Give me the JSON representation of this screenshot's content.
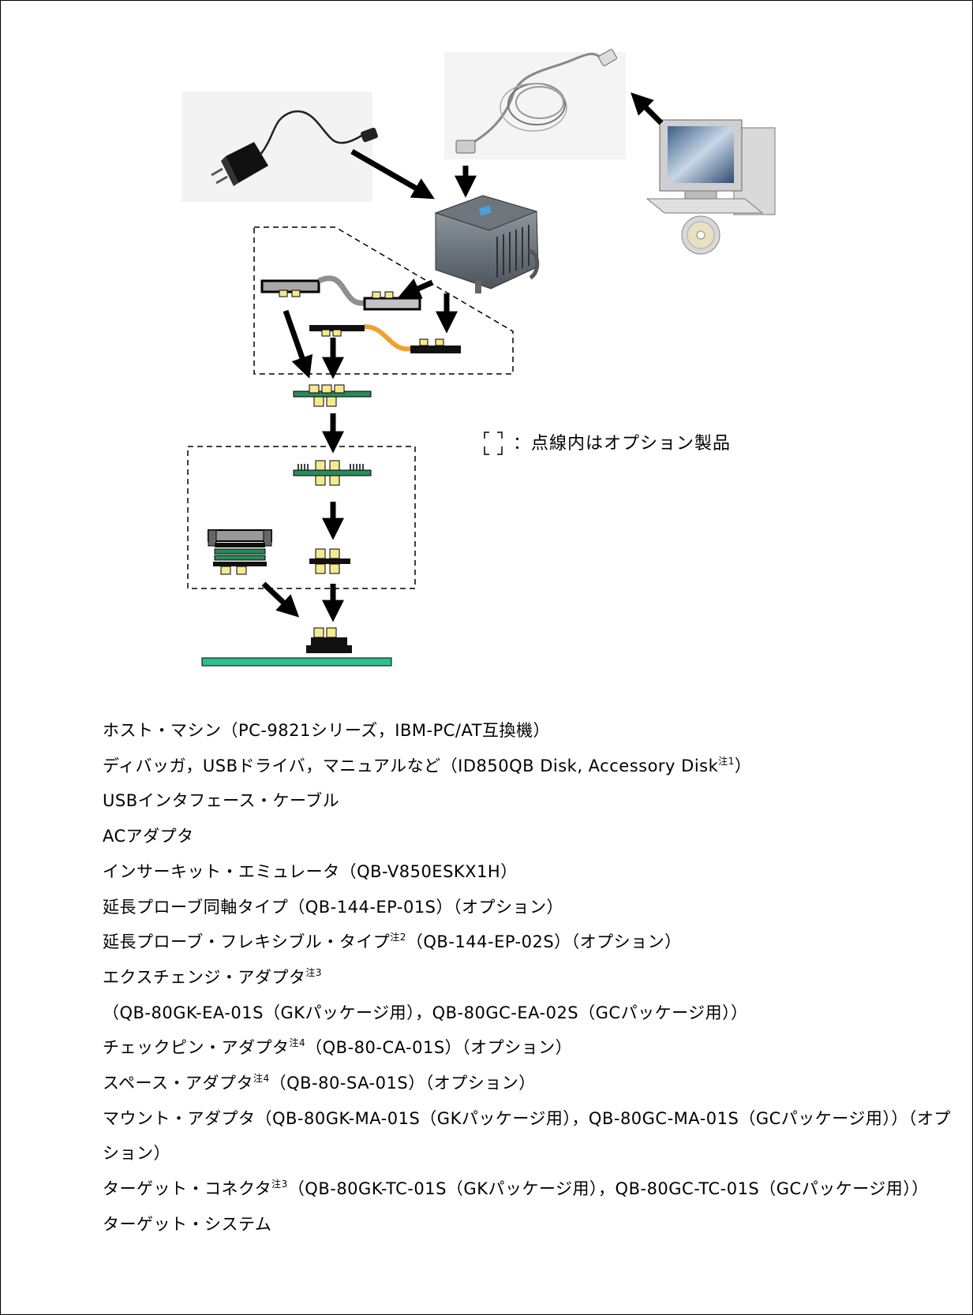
{
  "legend": {
    "text": "：点線内はオプション製品"
  },
  "items": [
    {
      "text": "ホスト・マシン（PC-9821シリーズ，IBM-PC/AT互換機）",
      "note": "",
      "rest": ""
    },
    {
      "text": "ディバッガ，USBドライバ，マニュアルなど（ID850QB Disk, Accessory Disk",
      "note": "注1",
      "rest": "）"
    },
    {
      "text": "USBインタフェース・ケーブル",
      "note": "",
      "rest": ""
    },
    {
      "text": "ACアダプタ",
      "note": "",
      "rest": ""
    },
    {
      "text": "インサーキット・エミュレータ（QB-V850ESKX1H）",
      "note": "",
      "rest": ""
    },
    {
      "text": "延長プローブ同軸タイプ（QB-144-EP-01S）（オプション）",
      "note": "",
      "rest": ""
    },
    {
      "text": "延長プローブ・フレキシブル・タイプ",
      "note": "注2",
      "rest": "（QB-144-EP-02S）（オプション）"
    },
    {
      "text": "エクスチェンジ・アダプタ",
      "note": "注3",
      "rest": "（QB-80GK-EA-01S（GKパッケージ用），QB-80GC-EA-02S（GCパッケージ用））"
    },
    {
      "text": "チェックピン・アダプタ",
      "note": "注4",
      "rest": "（QB-80-CA-01S）（オプション）"
    },
    {
      "text": "スペース・アダプタ",
      "note": "注4",
      "rest": "（QB-80-SA-01S）（オプション）"
    },
    {
      "text": "マウント・アダプタ（QB-80GK-MA-01S（GKパッケージ用），QB-80GC-MA-01S（GCパッケージ用））（オプション）",
      "note": "",
      "rest": ""
    },
    {
      "text": "ターゲット・コネクタ",
      "note": "注3",
      "rest": "（QB-80GK-TC-01S（GKパッケージ用），QB-80GC-TC-01S（GCパッケージ用））"
    },
    {
      "text": "ターゲット・システム",
      "note": "",
      "rest": ""
    }
  ]
}
